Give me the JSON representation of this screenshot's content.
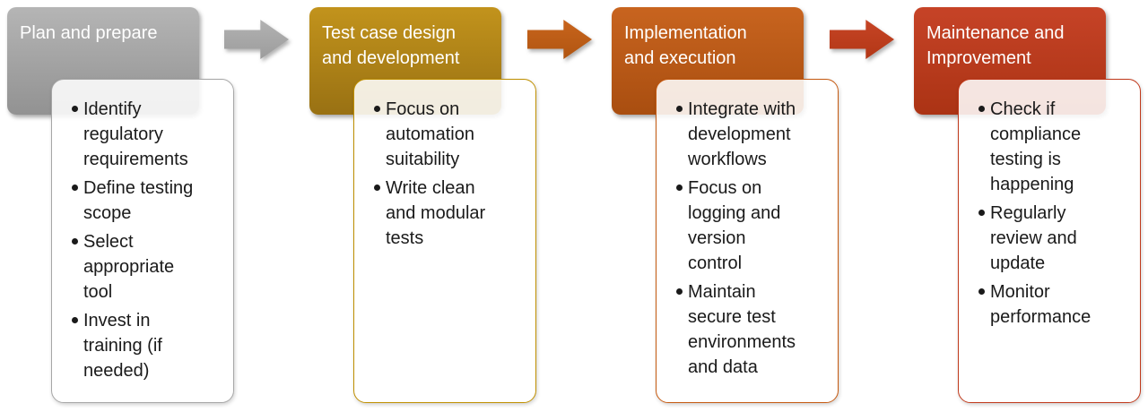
{
  "diagram": {
    "type": "process-flow",
    "canvas_background": "#ffffff",
    "text_color": "#1a1a1a",
    "header_text_color": "#ffffff",
    "stages": [
      {
        "title": "Plan and prepare",
        "bullets": [
          "Identify regulatory requirements",
          "Define testing scope",
          "Select appropriate tool",
          "Invest in training (if needed)"
        ],
        "colors": {
          "header_top": "#b5b5b5",
          "header_bottom": "#929292",
          "border": "#a6a6a6"
        }
      },
      {
        "title": "Test case design and development",
        "bullets": [
          "Focus on automation suitability",
          "Write clean and modular tests"
        ],
        "colors": {
          "header_top": "#c2931c",
          "header_bottom": "#997113",
          "border": "#bf8f00"
        }
      },
      {
        "title": "Implementation and execution",
        "bullets": [
          "Integrate with development workflows",
          "Focus on logging and version control",
          "Maintain secure test environments and data"
        ],
        "colors": {
          "header_top": "#c8641f",
          "header_bottom": "#a94e10",
          "border": "#c55a11"
        }
      },
      {
        "title": "Maintenance and Improvement",
        "bullets": [
          "Check if compliance testing is happening",
          "Regularly review and update",
          "Monitor performance"
        ],
        "colors": {
          "header_top": "#c64327",
          "header_bottom": "#ab3314",
          "border": "#c0391b"
        }
      }
    ],
    "arrows": [
      {
        "name": "arrow-1",
        "top": "#b2b2b2",
        "bottom": "#9c9c9c"
      },
      {
        "name": "arrow-2",
        "top": "#c8641c",
        "bottom": "#b05511"
      },
      {
        "name": "arrow-3",
        "top": "#c64425",
        "bottom": "#b23716"
      }
    ]
  }
}
